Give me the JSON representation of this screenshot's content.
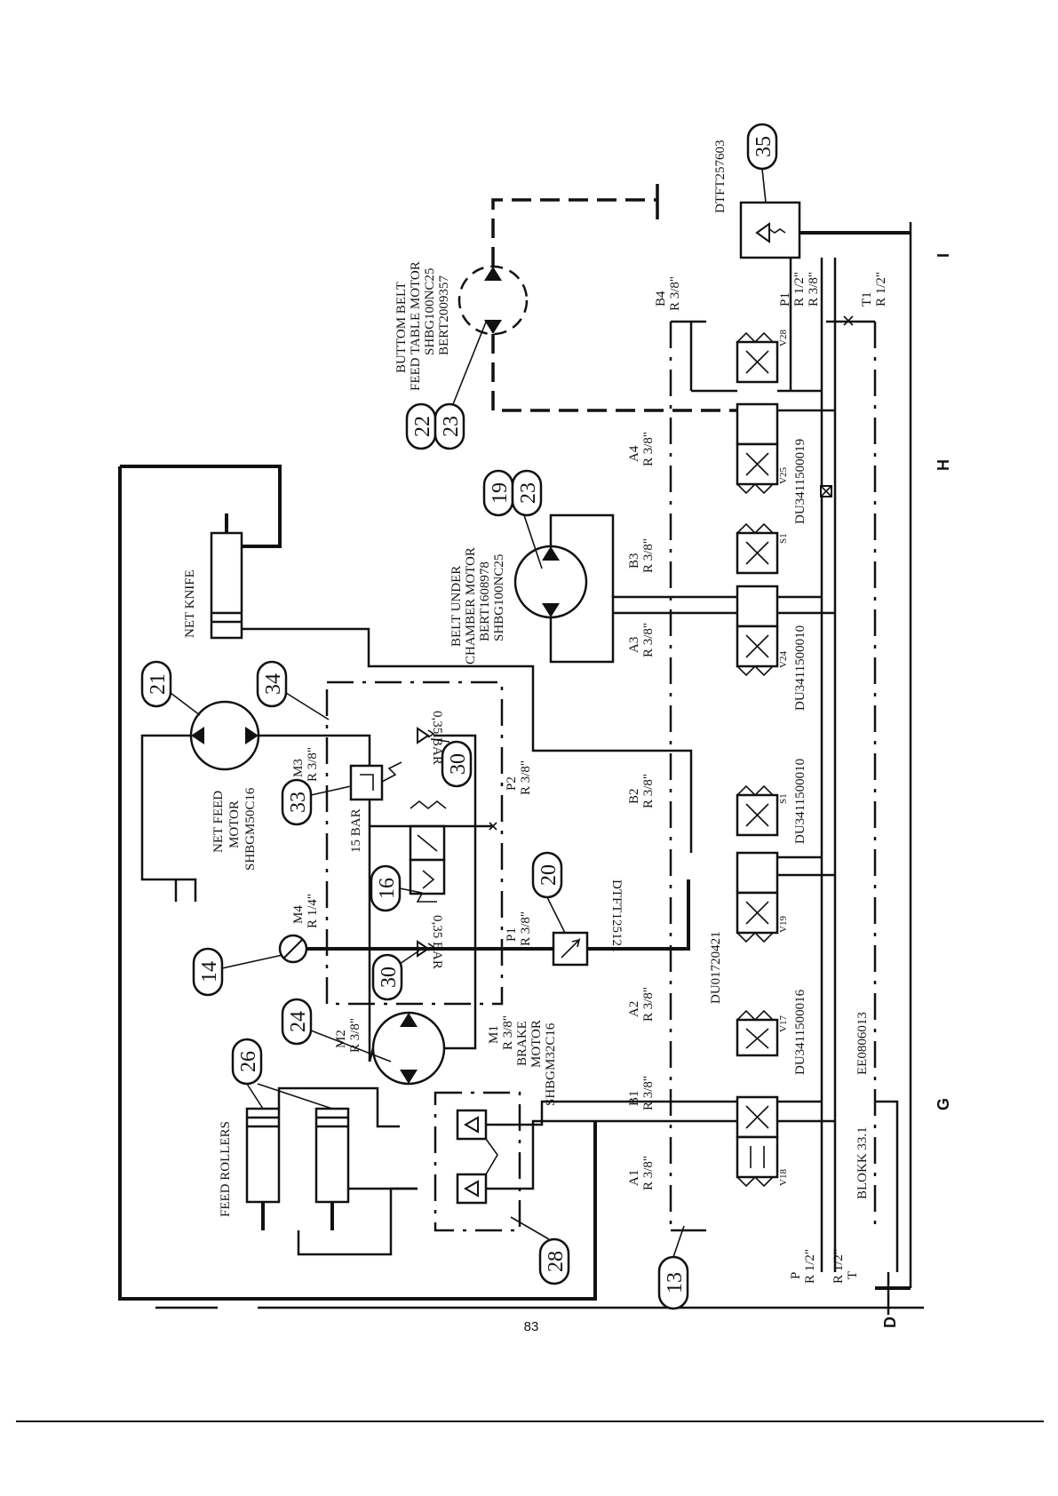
{
  "page": {
    "number": "83"
  },
  "labels": {
    "feed_rollers": "FEED ROLLERS",
    "net_knife": "NET KNIFE",
    "net_feed_motor": [
      "NET FEED",
      "MOTOR",
      "SHBGM50C16"
    ],
    "brake_motor": [
      "M1",
      "R 3/8\"",
      "BRAKE",
      "MOTOR",
      "SHBGM32C16"
    ],
    "belt_under_chamber_motor": [
      "BELT UNDER",
      "CHAMBER MOTOR",
      "BERT1608978",
      "SHBG100NC25"
    ],
    "bottom_belt_motor": [
      "BUTTOM BELT",
      "FEED TABLE MOTOR",
      "SHBG100NC25",
      "BERT2009357"
    ],
    "check_valve_part": "DTFT257603",
    "throttle_part": "DTFT125121",
    "block_part": "DU01720421",
    "block_name": "BLOKK 33.1",
    "block_code": "EE0806013",
    "pressure_15": "15 BAR",
    "pressure_035_top": "0,35 BAR",
    "pressure_035_bottom": "0,35 BAR"
  },
  "ports": {
    "M2": [
      "M2",
      "R 3/8\""
    ],
    "M4": [
      "M4",
      "R 1/4\""
    ],
    "M3": [
      "M3",
      "R 3/8\""
    ],
    "P1_left": [
      "P1",
      "R 3/8\""
    ],
    "P2": [
      "P2",
      "R 3/8\""
    ],
    "A1": [
      "A1",
      "R 3/8\""
    ],
    "B1": [
      "B1",
      "R 3/8\""
    ],
    "A2": [
      "A2",
      "R 3/8\""
    ],
    "B2": [
      "B2",
      "R 3/8\""
    ],
    "A3": [
      "A3",
      "R 3/8\""
    ],
    "B3": [
      "B3",
      "R 3/8\""
    ],
    "A4": [
      "A4",
      "R 3/8\""
    ],
    "B4": [
      "B4",
      "R 3/8\""
    ],
    "P_main": [
      "P",
      "R 1/2\""
    ],
    "T_main": [
      "R 1/2\"",
      "T"
    ],
    "P1_right": [
      "P1",
      "R 1/2\"",
      "R 3/8\""
    ],
    "T1": [
      "T1",
      "R 1/2\""
    ]
  },
  "valves": [
    {
      "id": "V18",
      "code": ""
    },
    {
      "id": "V17",
      "code": "DU3411500016"
    },
    {
      "id": "V19",
      "code": ""
    },
    {
      "id": "S1",
      "code": "DU3411500010"
    },
    {
      "id": "V24",
      "code": "DU3411500010"
    },
    {
      "id": "S1b",
      "code": ""
    },
    {
      "id": "V25",
      "code": "DU3411500019"
    },
    {
      "id": "V28",
      "code": ""
    }
  ],
  "valve_tags": [
    "V18",
    "V17",
    "V19",
    "S1",
    "V24",
    "S1",
    "V25",
    "V28"
  ],
  "valve_codes": [
    "DU3411500016",
    "DU3411500010",
    "DU3411500010",
    "DU3411500019"
  ],
  "valve_port_letters": [
    "A",
    "B",
    "P",
    "T"
  ],
  "callouts": [
    "13",
    "14",
    "16",
    "19",
    "20",
    "21",
    "22",
    "23",
    "23",
    "24",
    "26",
    "28",
    "30",
    "30",
    "33",
    "34",
    "35"
  ],
  "edge_ports": [
    "D",
    "G",
    "H",
    "I"
  ],
  "icons": {
    "pump": "motor-circle-icon",
    "check": "check-valve-icon",
    "gauge": "gauge-icon"
  }
}
